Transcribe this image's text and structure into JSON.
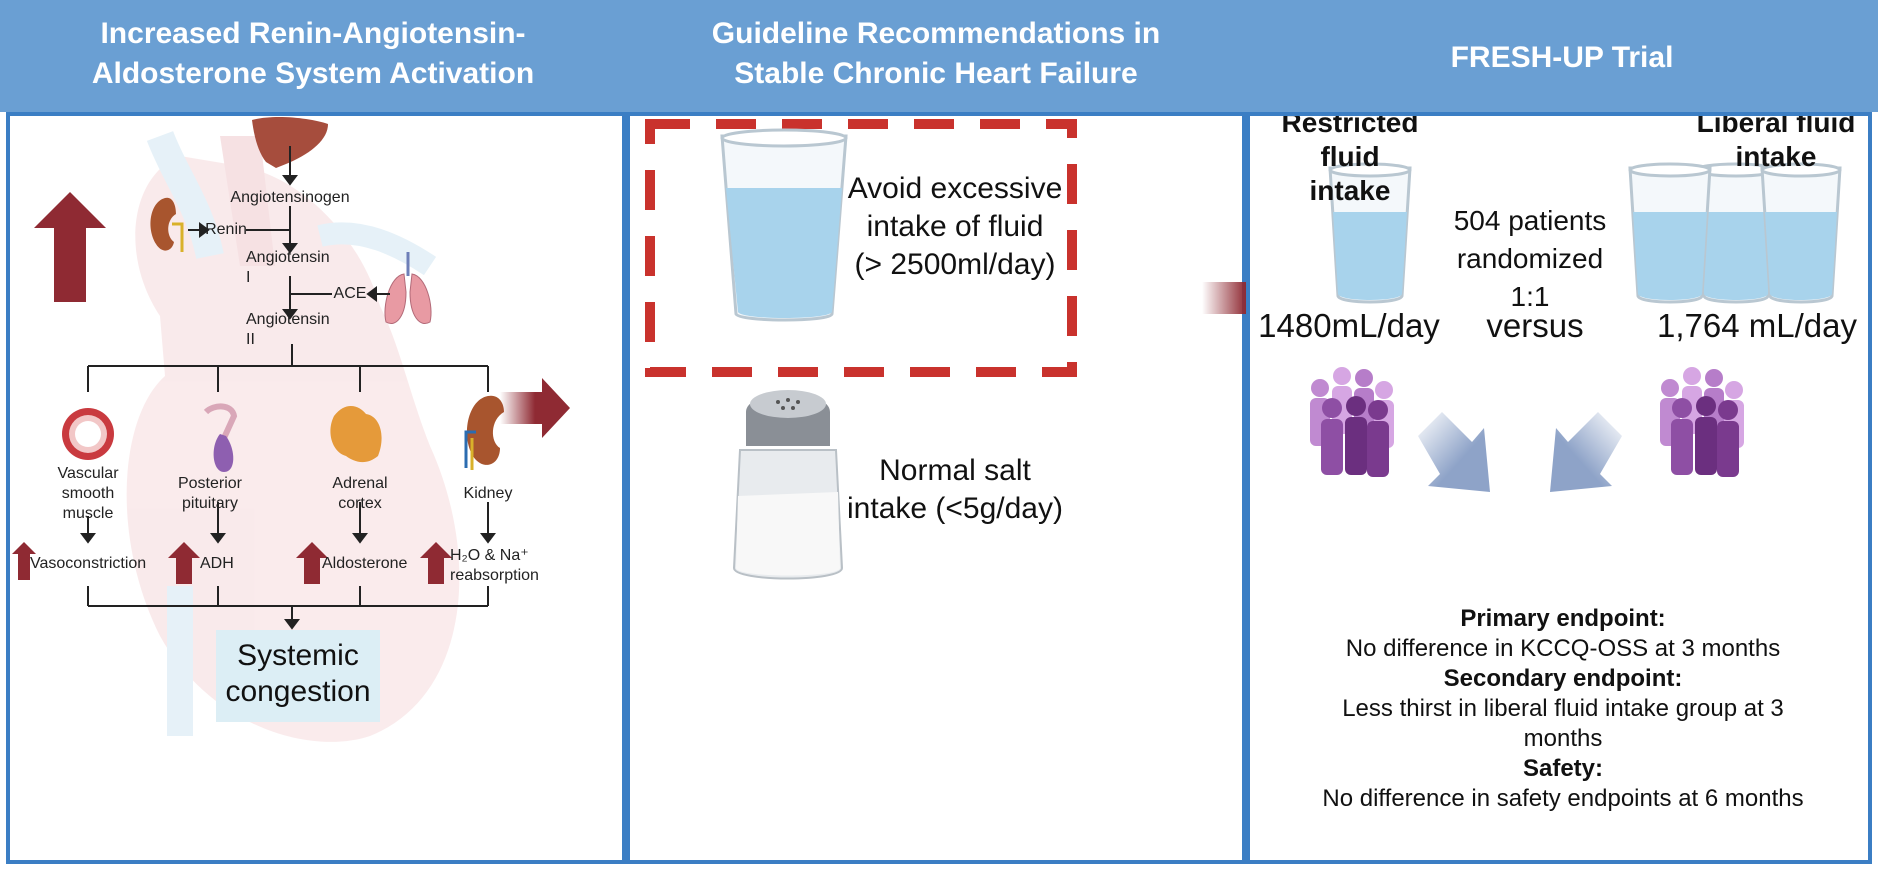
{
  "headers": {
    "left_line1": "Increased Renin-Angiotensin-",
    "left_line2": "Aldosterone System Activation",
    "middle_line1": "Guideline Recommendations in",
    "middle_line2": "Stable Chronic Heart Failure",
    "right": "FRESH-UP Trial"
  },
  "raas": {
    "angiotensinogen": "Angiotensinogen",
    "renin": "Renin",
    "angiotensin_i_1": "Angiotensin",
    "angiotensin_i_2": "I",
    "ace": "ACE",
    "angiotensin_ii_1": "Angiotensin",
    "angiotensin_ii_2": "II",
    "targets": {
      "vascular_1": "Vascular",
      "vascular_2": "smooth",
      "vascular_3": "muscle",
      "pituitary_1": "Posterior",
      "pituitary_2": "pituitary",
      "adrenal_1": "Adrenal",
      "adrenal_2": "cortex",
      "kidney": "Kidney"
    },
    "effects": {
      "vasoconstriction": "Vasoconstriction",
      "adh": "ADH",
      "aldosterone": "Aldosterone",
      "h2o_na_1": "H₂O & Na⁺",
      "h2o_na_2": "reabsorption"
    },
    "outcome_1": "Systemic",
    "outcome_2": "congestion"
  },
  "guideline": {
    "fluid_1": "Avoid excessive",
    "fluid_2": "intake of fluid",
    "fluid_3": "(> 2500ml/day)",
    "salt_1": "Normal salt",
    "salt_2": "intake (<5g/day)"
  },
  "trial": {
    "restricted_1": "Restricted fluid",
    "restricted_2": "intake",
    "liberal_1": "Liberal fluid",
    "liberal_2": "intake",
    "patients_1": "504 patients",
    "patients_2": "randomized",
    "patients_3": "1:1",
    "restricted_volume": "1480mL/day",
    "versus": "versus",
    "liberal_volume": "1,764 mL/day",
    "primary_title": "Primary endpoint:",
    "primary_text": "No difference in KCCQ-OSS at 3 months",
    "secondary_title": "Secondary endpoint:",
    "secondary_text_1": "Less thirst in liberal fluid intake group at 3",
    "secondary_text_2": "months",
    "safety_title": "Safety:",
    "safety_text": "No difference in safety endpoints at 6 months"
  },
  "colors": {
    "header_blue": "#6a9fd3",
    "border_blue": "#3b7ec4",
    "dark_red": "#8f2a33",
    "dashed_red": "#c9322d",
    "congestion_box": "#dceef5",
    "people_purple": "#8e4fa4"
  }
}
